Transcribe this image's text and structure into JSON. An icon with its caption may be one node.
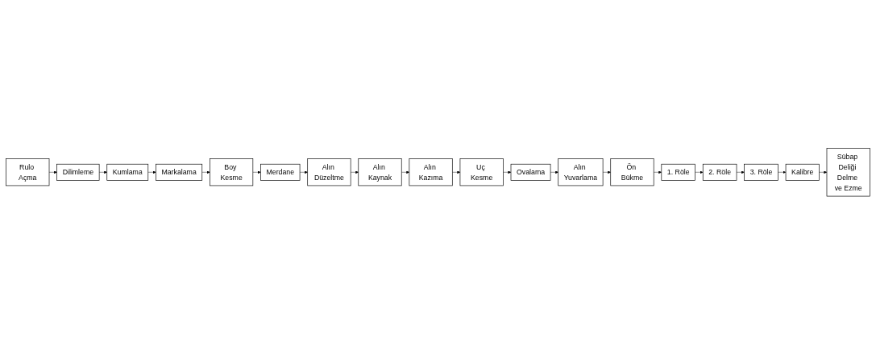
{
  "diagram": {
    "nodes": [
      {
        "text": [
          "Rulo Açma"
        ]
      },
      {
        "text": [
          "Dilimleme"
        ]
      },
      {
        "text": [
          "Kumlama"
        ]
      },
      {
        "text": [
          "Markalama"
        ]
      },
      {
        "text": [
          "Boy Kesme"
        ]
      },
      {
        "text": [
          "Merdane"
        ]
      },
      {
        "text": [
          "Alın Düzeltme"
        ]
      },
      {
        "text": [
          "Alın Kaynak"
        ]
      },
      {
        "text": [
          "Alın Kazıma"
        ]
      },
      {
        "text": [
          "Uç Kesme"
        ]
      },
      {
        "text": [
          "Ovalama"
        ]
      },
      {
        "text": [
          "Alın Yuvarlama"
        ]
      },
      {
        "text": [
          "Ön Bükme"
        ]
      },
      {
        "text": [
          "1. Röle"
        ]
      },
      {
        "text": [
          "2. Röle"
        ]
      },
      {
        "text": [
          "3. Röle"
        ]
      },
      {
        "text": [
          "Kalibre"
        ]
      },
      {
        "text": [
          "Sübap Deliği Delme ve Ezme"
        ]
      }
    ],
    "edges": [
      {
        "from": 0,
        "to": 1,
        "arrow": "to"
      },
      {
        "from": 1,
        "to": 2,
        "arrow": "to"
      },
      {
        "from": 2,
        "to": 3,
        "arrow": "to"
      },
      {
        "from": 3,
        "to": 4,
        "arrow": "to"
      },
      {
        "from": 4,
        "to": 5,
        "arrow": "to"
      },
      {
        "from": 5,
        "to": 6,
        "arrow": "to"
      },
      {
        "from": 6,
        "to": 7,
        "arrow": "to"
      },
      {
        "from": 7,
        "to": 8,
        "arrow": "to"
      },
      {
        "from": 8,
        "to": 9,
        "arrow": "to"
      },
      {
        "from": 9,
        "to": 10,
        "arrow": "to"
      },
      {
        "from": 10,
        "to": 11,
        "arrow": "to"
      },
      {
        "from": 11,
        "to": 12,
        "arrow": "to"
      },
      {
        "from": 12,
        "to": 13,
        "arrow": "to"
      },
      {
        "from": 13,
        "to": 14,
        "arrow": "to"
      },
      {
        "from": 14,
        "to": 15,
        "arrow": "to"
      },
      {
        "from": 15,
        "to": 16,
        "arrow": "to"
      },
      {
        "from": 16,
        "to": 17,
        "arrow": "to"
      }
    ]
  }
}
